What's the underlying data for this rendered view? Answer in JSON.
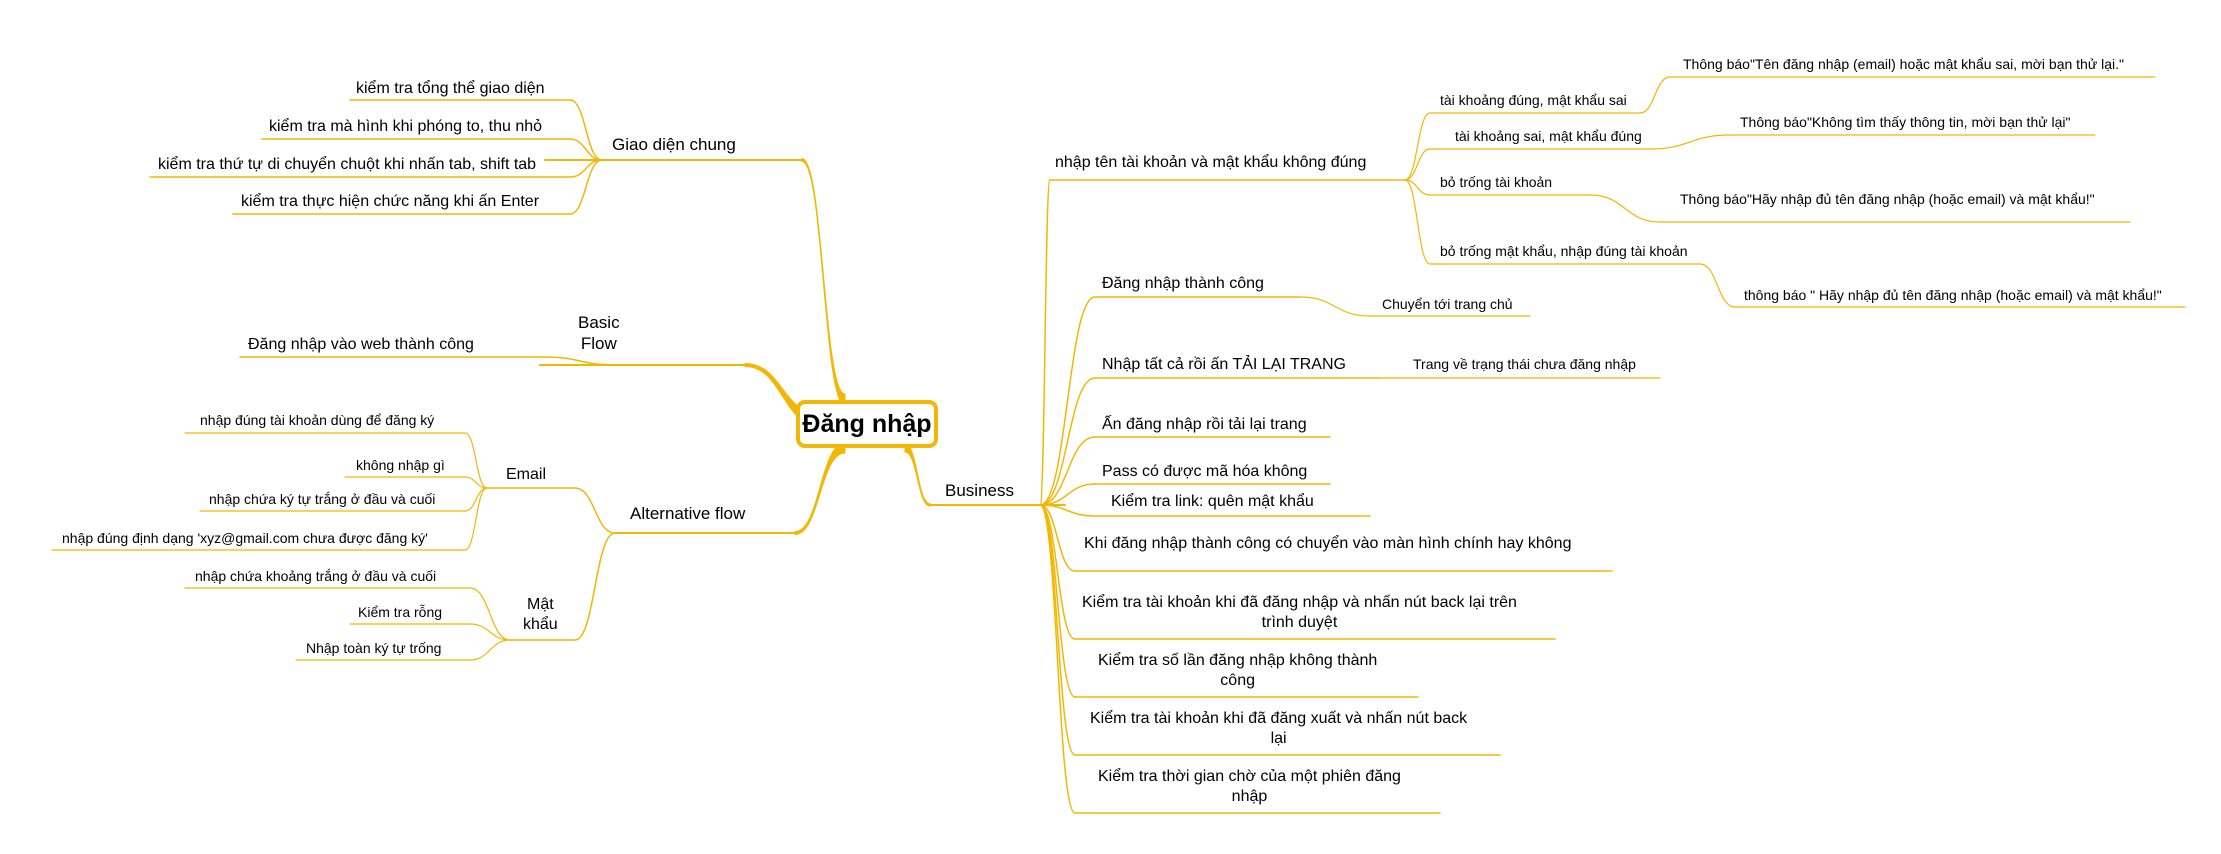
{
  "accent_color": "#f2b705",
  "central": "Đăng nhập",
  "left": {
    "giao_dien_chung": {
      "label": "Giao diện chung",
      "items": [
        "kiểm tra tổng thể giao diện",
        "kiểm tra mà hình khi phóng to, thu nhỏ",
        "kiểm tra thứ tự di chuyển chuột khi nhấn tab, shift tab",
        "kiểm tra thực hiện chức năng khi ấn Enter"
      ]
    },
    "basic_flow": {
      "label": "Basic\nFlow",
      "items": [
        "Đăng nhập vào web thành công"
      ]
    },
    "alternative_flow": {
      "label": "Alternative flow",
      "email": {
        "label": "Email",
        "items": [
          "nhập đúng tài khoản dùng để đăng ký",
          "không nhập gì",
          "nhập chứa ký tự trắng ở đầu và cuối",
          "nhập đúng định dạng 'xyz@gmail.com chưa được đăng ký'"
        ]
      },
      "mat_khau": {
        "label": "Mật\nkhẩu",
        "items": [
          "nhập chứa khoảng trắng ở đầu và cuối",
          "Kiểm tra rỗng",
          "Nhập toàn ký tự trống"
        ]
      }
    }
  },
  "right": {
    "business": {
      "label": "Business",
      "wrong_login": {
        "label": "nhập tên tài khoản và mật khẩu không đúng",
        "cases": [
          {
            "label": "tài khoảng đúng, mật khẩu sai",
            "result": "Thông báo\"Tên đăng nhập (email) hoặc mật khẩu sai, mời bạn thử lại.\""
          },
          {
            "label": "tài khoảng sai, mật khẩu đúng",
            "result": "Thông báo\"Không tìm thấy thông tin, mời bạn thử lại\""
          },
          {
            "label": "bỏ trống tài khoản",
            "result": "Thông báo\"Hãy nhập đủ tên đăng nhập (hoặc email) và mật khẩu!\""
          },
          {
            "label": "bỏ trống mật khẩu, nhập đúng tài khoản",
            "result": "thông báo \" Hãy nhập đủ tên đăng nhập (hoặc email) và mật khẩu!\""
          }
        ]
      },
      "success": {
        "label": "Đăng nhập thành công",
        "result": "Chuyển tới trang chủ"
      },
      "reload": {
        "label": "Nhập tất cả rồi ấn TẢI LẠI TRANG",
        "result": "Trang về trạng thái chưa đăng nhập"
      },
      "items": [
        "Ấn đăng nhập rồi tải lại trang",
        "Pass có được mã hóa không",
        "Kiểm tra link: quên mật khẩu",
        "Khi đăng nhập thành công có chuyển vào màn hình chính hay không",
        "Kiểm tra tài khoản khi đã đăng nhập và nhấn nút back lại trên\ntrình duyệt",
        "Kiểm tra số lần đăng nhập không thành\ncông",
        "Kiểm tra tài khoản khi đã đăng xuất và nhấn nút back\nlại",
        "Kiểm tra thời gian chờ của một phiên đăng\nnhập"
      ]
    }
  }
}
